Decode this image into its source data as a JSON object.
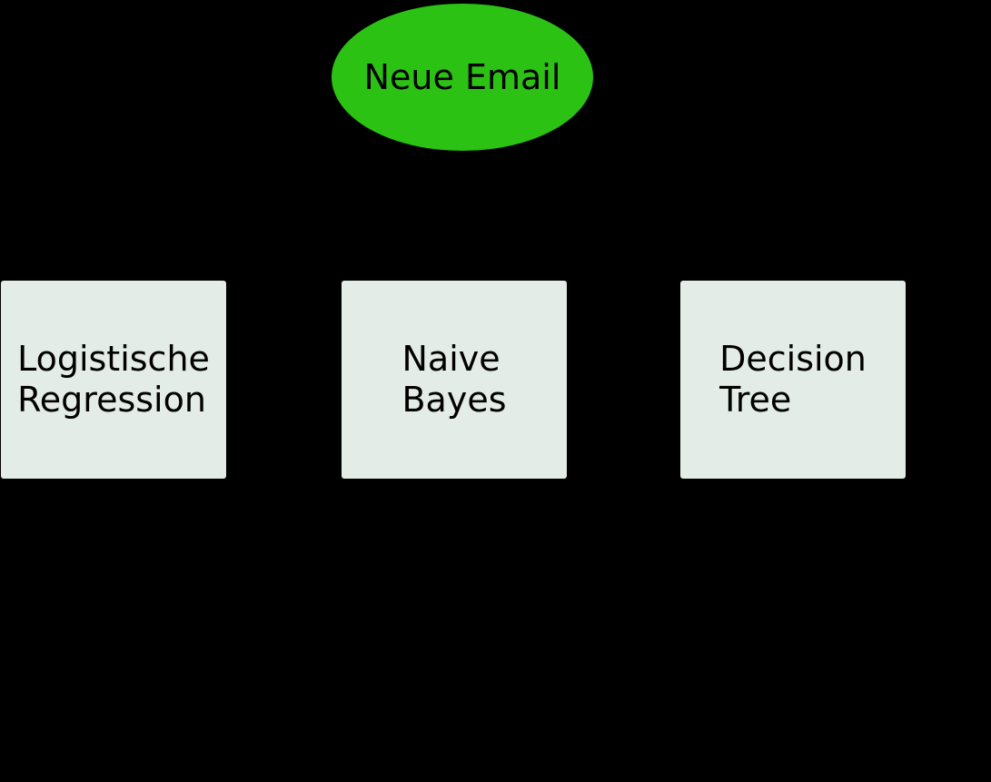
{
  "diagram": {
    "background_color": "#000000",
    "text_color": "#000000",
    "nodes": {
      "neue_email": {
        "label": "Neue Email",
        "shape": "ellipse",
        "fill": "#2bc214"
      },
      "logistische_regression": {
        "label": "Logistische Regression",
        "lines": [
          "Logistische",
          "Regression"
        ],
        "shape": "box",
        "fill": "#e3ece6"
      },
      "naive_bayes": {
        "label": "Naive Bayes",
        "lines": [
          "Naive",
          "Bayes"
        ],
        "shape": "box",
        "fill": "#e3ece6"
      },
      "decision_tree": {
        "label": "Decision Tree",
        "lines": [
          "Decision",
          "Tree"
        ],
        "shape": "box",
        "fill": "#e3ece6"
      }
    },
    "edges": [
      {
        "from": "neue_email",
        "to": "logistische_regression"
      },
      {
        "from": "neue_email",
        "to": "naive_bayes"
      },
      {
        "from": "neue_email",
        "to": "decision_tree"
      },
      {
        "from": "logistische_regression",
        "to": "below"
      },
      {
        "from": "naive_bayes",
        "to": "below"
      },
      {
        "from": "decision_tree",
        "to": "below"
      }
    ],
    "edge_color": "#000000"
  }
}
